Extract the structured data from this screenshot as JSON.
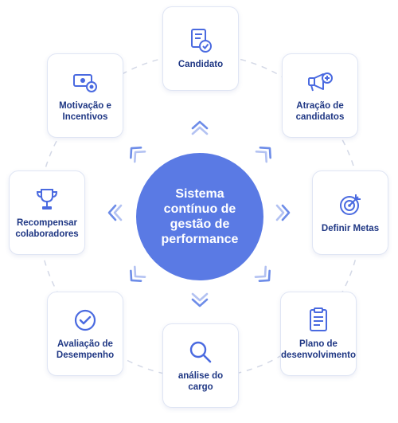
{
  "center": {
    "title": "Sistema contínuo de gestão de performance"
  },
  "accent_color": "#5a7ae4",
  "text_color": "#1f3784",
  "cards": [
    {
      "label": "Candidato",
      "icon": "document-check-icon"
    },
    {
      "label": "Atração de candidatos",
      "icon": "megaphone-plus-icon"
    },
    {
      "label": "Definir Metas",
      "icon": "target-icon"
    },
    {
      "label": "Plano de desenvolvimento",
      "icon": "clipboard-list-icon"
    },
    {
      "label": "análise do cargo",
      "icon": "search-icon"
    },
    {
      "label": "Avaliação de Desempenho",
      "icon": "check-circle-icon"
    },
    {
      "label": "Recompensar colaboradores",
      "icon": "trophy-icon"
    },
    {
      "label": "Motivação e Incentivos",
      "icon": "money-icon"
    }
  ]
}
